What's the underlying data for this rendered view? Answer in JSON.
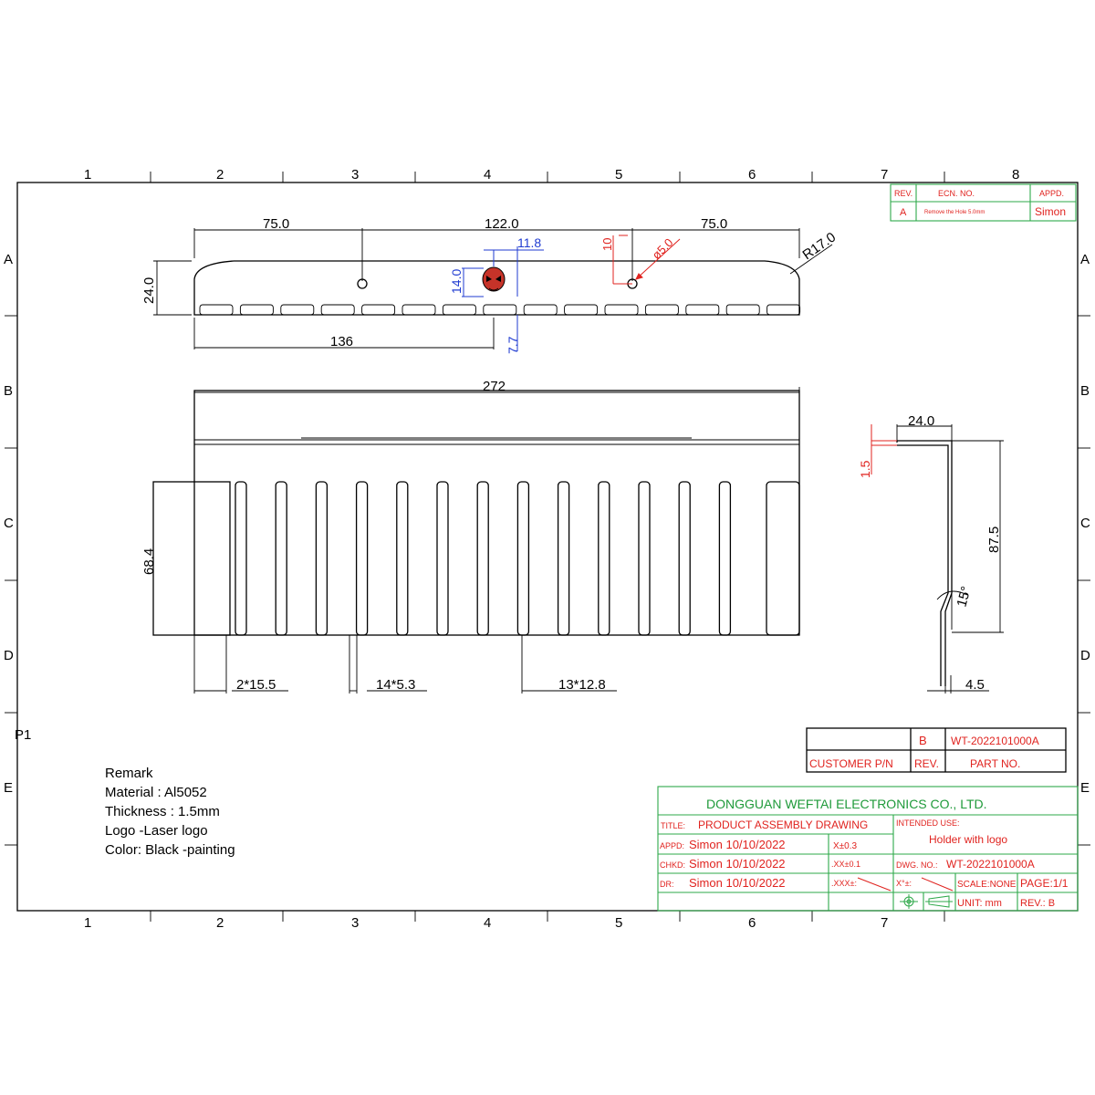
{
  "frame": {
    "col_numbers": [
      "1",
      "2",
      "3",
      "4",
      "5",
      "6",
      "7",
      "8"
    ],
    "row_letters": [
      "A",
      "B",
      "C",
      "D",
      "E"
    ],
    "sheet_marker": "P1"
  },
  "revision_block": {
    "headers": [
      "REV.",
      "ECN.  NO.",
      "APPD."
    ],
    "row": {
      "rev": "A",
      "ecn": "Remove the Hole 5.0mm",
      "appd": "Simon"
    }
  },
  "top_view": {
    "dim_left": "75.0",
    "dim_mid": "122.0",
    "dim_right": "75.0",
    "dim_height": "24.0",
    "dim_radius": "R17.0",
    "dim_logo_w": "11.8",
    "dim_logo_h": "14.0",
    "dim_hole_offset": "10",
    "dim_hole_dia": "ø5.0",
    "dim_to_logo": "136",
    "dim_logo_bottom": "7.7"
  },
  "front_view": {
    "dim_length": "272",
    "dim_height": "68.4",
    "dim_spacing_1": "2*15.5",
    "dim_spacing_2": "14*5.3",
    "dim_spacing_3": "13*12.8"
  },
  "side_view": {
    "dim_top": "24.0",
    "dim_thick": "1.5",
    "dim_height": "87.5",
    "dim_angle": "15°",
    "dim_foot": "4.5"
  },
  "remark": {
    "title": "Remark",
    "material": "Material : Al5052",
    "thickness": "Thickness : 1.5mm",
    "logo": "Logo -Laser   logo",
    "color": "Color: Black -painting"
  },
  "part_block": {
    "rev_value": "B",
    "part_no_value": "WT-2022101000A",
    "customer_pn_label": "CUSTOMER P/N",
    "rev_label": "REV.",
    "part_no_label": "PART NO."
  },
  "title_block": {
    "company": "DONGGUAN  WEFTAI  ELECTRONICS  CO.,  LTD.",
    "title_label": "TITLE:",
    "title_value": "PRODUCT  ASSEMBLY  DRAWING",
    "intended_label": "INTENDED  USE:",
    "intended_value": "Holder  with  logo",
    "appd_label": "APPD:",
    "appd_value": "Simon  10/10/2022",
    "chkd_label": "CHKD:",
    "chkd_value": "Simon  10/10/2022",
    "dr_label": "DR:",
    "dr_value": "Simon  10/10/2022",
    "tol_x": "X±0.3",
    "tol_xx": ".XX±0.1",
    "tol_xxx": ".XXX±:",
    "tol_deg": "X°±:",
    "dwg_no_label": "DWG. NO.:",
    "dwg_no_value": "WT-2022101000A",
    "scale": "SCALE:NONE",
    "page": "PAGE:1/1",
    "unit": "UNIT:  mm",
    "rev": "REV.:  B"
  },
  "colors": {
    "red": "#e0231f",
    "blue": "#1f3bd1",
    "green": "#2ea84a",
    "black": "#000000"
  }
}
